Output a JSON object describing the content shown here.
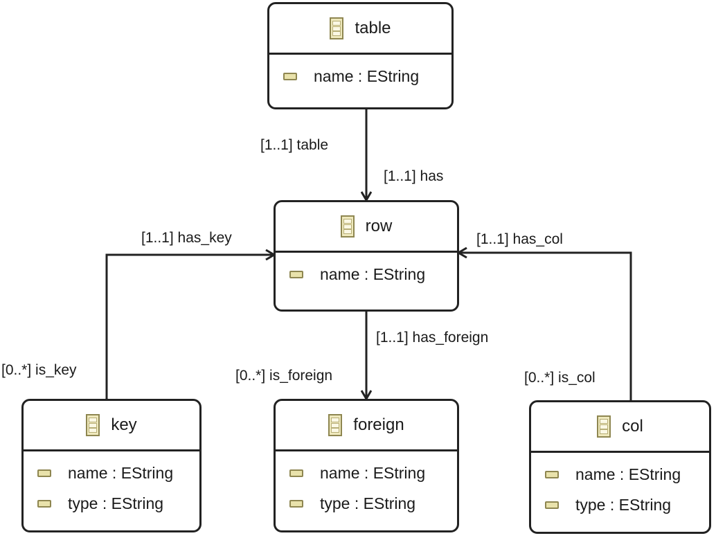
{
  "classes": {
    "table": {
      "name": "table",
      "attributes": [
        {
          "text": "name : EString"
        }
      ]
    },
    "row": {
      "name": "row",
      "attributes": [
        {
          "text": "name : EString"
        }
      ]
    },
    "key": {
      "name": "key",
      "attributes": [
        {
          "text": "name : EString"
        },
        {
          "text": "type : EString"
        }
      ]
    },
    "foreign": {
      "name": "foreign",
      "attributes": [
        {
          "text": "name : EString"
        },
        {
          "text": "type : EString"
        }
      ]
    },
    "col": {
      "name": "col",
      "attributes": [
        {
          "text": "name : EString"
        },
        {
          "text": "type : EString"
        }
      ]
    }
  },
  "references": {
    "row_table": "[1..1] table",
    "table_has": "[1..1] has",
    "key_has_key": "[1..1] has_key",
    "row_is_key": "[0..*] is_key",
    "col_has_col": "[1..1] has_col",
    "row_is_col": "[0..*] is_col",
    "foreign_has": "[1..1] has_foreign",
    "row_is_foreign": "[0..*] is_foreign"
  },
  "icons": {
    "class": "eclass-icon",
    "attribute": "eattribute-icon"
  },
  "colors": {
    "line": "#222222",
    "icon_fill": "#efe9bd",
    "icon_border": "#8e8650"
  }
}
